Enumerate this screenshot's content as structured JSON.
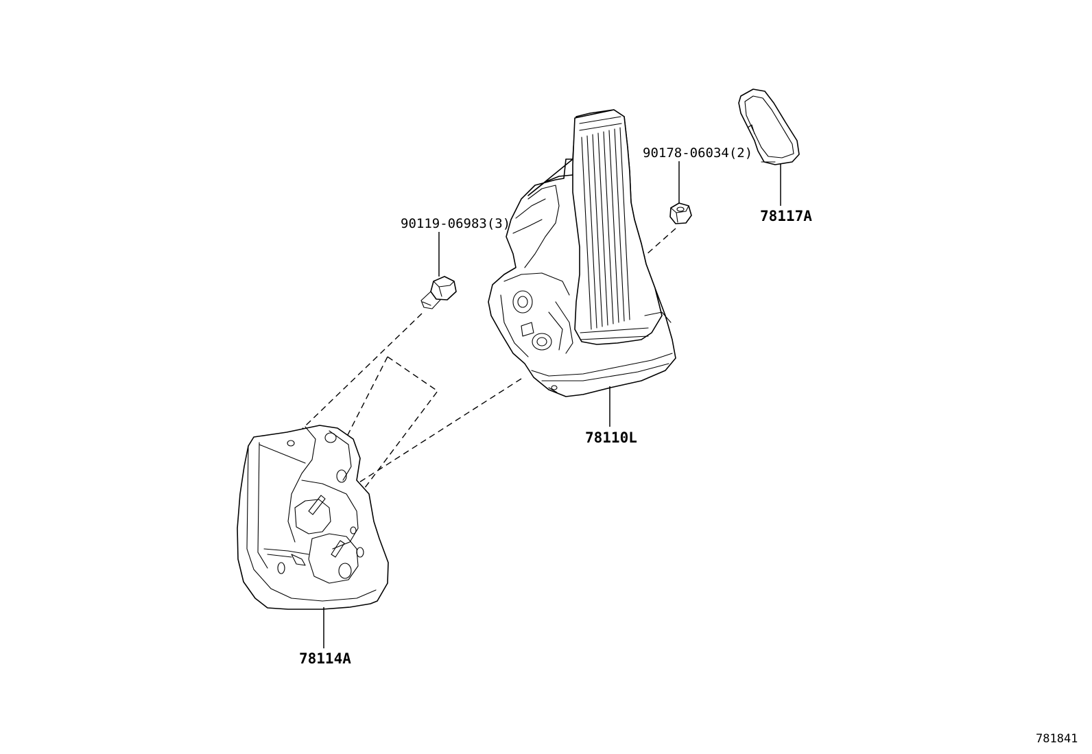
{
  "diagram": {
    "callouts": {
      "bolt": "90119-06983(3)",
      "nut": "90178-06034(2)",
      "pad": "78117A",
      "pedal": "78110L",
      "bracket": "78114A"
    },
    "illustration_id": "781841"
  }
}
